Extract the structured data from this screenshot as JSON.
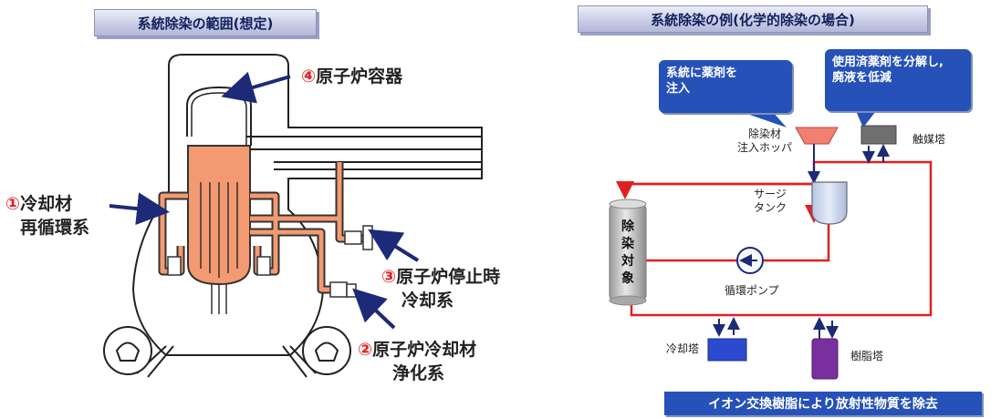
{
  "left": {
    "title": "系統除染の範囲(想定)",
    "labels": {
      "vessel_num": "④",
      "vessel": "原子炉容器",
      "recirc_num": "①",
      "recirc_1": "冷却材",
      "recirc_2": "再循環系",
      "shutdown_num": "③",
      "shutdown_1": "原子炉停止時",
      "shutdown_2": "冷却系",
      "cleanup_num": "②",
      "cleanup_1": "原子炉冷却材",
      "cleanup_2": "浄化系"
    }
  },
  "right": {
    "title": "系統除染の例(化学的除染の場合)",
    "callout_inject": "系統に薬剤を\n注入",
    "callout_decompose": "使用済薬剤を分解し,\n廃液を低減",
    "hopper_label": "除染材\n注入ホッパ",
    "catalyst_label": "触媒塔",
    "surge_label": "サージ\nタンク",
    "target_label": "除\n染\n対\n象",
    "pump_label": "循環ポンプ",
    "cooling_label": "冷却塔",
    "resin_label": "樹脂塔",
    "bottom_banner": "イオン交換樹脂により放射性物質を除去"
  },
  "colors": {
    "pipe_red": "#e02020",
    "arrow_navy": "#1d2a78",
    "callout_blue": "#2651b8",
    "hopper": "#f08070",
    "core": "#f39a72",
    "cooling_tower": "#2b4ad0",
    "resin_tower": "#7a2f9e"
  }
}
